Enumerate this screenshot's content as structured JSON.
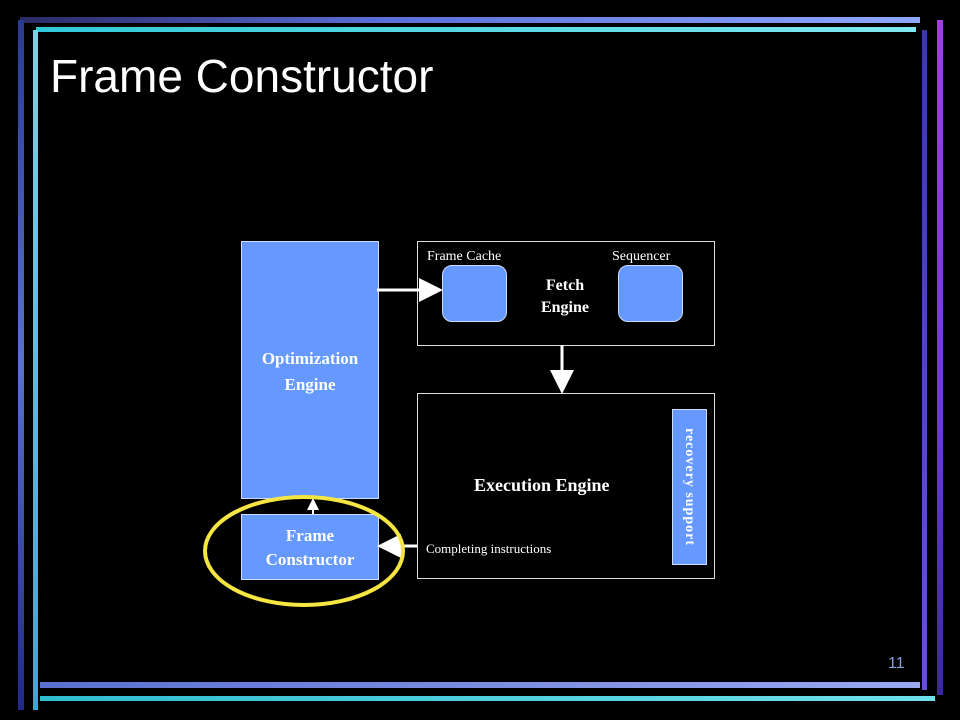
{
  "slide": {
    "title": "Frame Constructor",
    "page_number": "11"
  },
  "diagram": {
    "optimization_engine": "Optimization Engine",
    "frame_constructor": "Frame Constructor",
    "fetch_engine": {
      "label": "Fetch Engine",
      "frame_cache_label": "Frame Cache",
      "sequencer_label": "Sequencer"
    },
    "execution_engine": {
      "label": "Execution Engine",
      "recovery_support_label": "recovery support",
      "completing_instructions_label": "Completing instructions"
    },
    "highlight_color": "#f5e642",
    "accent_color": "#6699ff"
  }
}
